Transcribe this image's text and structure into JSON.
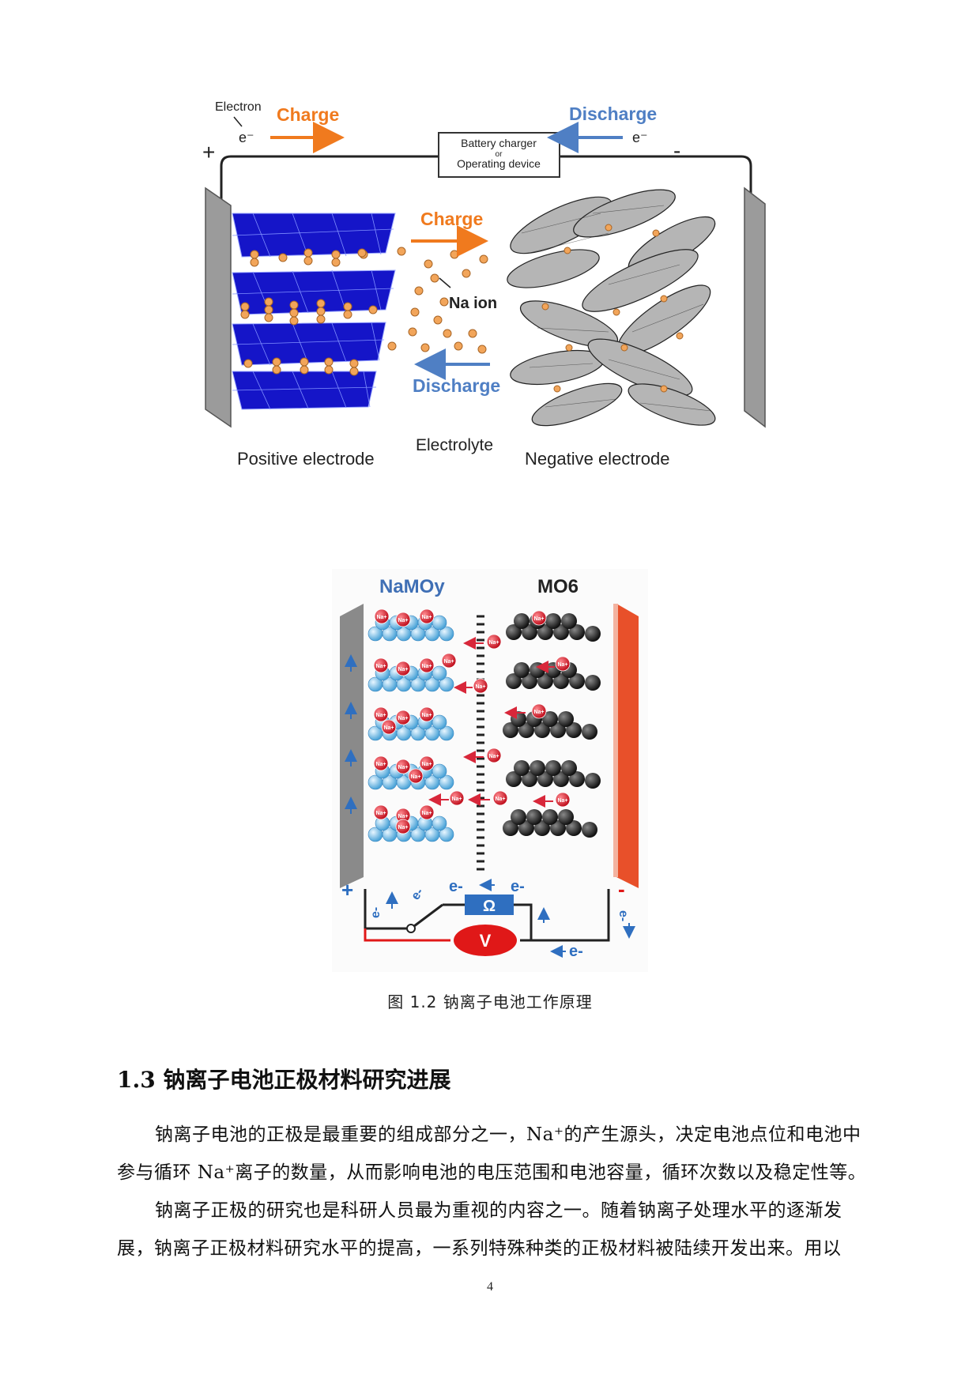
{
  "figure1": {
    "electron_label": "Electron",
    "e_minus_left": "e⁻",
    "e_minus_right": "e⁻",
    "charge_top": "Charge",
    "discharge_top": "Discharge",
    "plus": "+",
    "minus": "-",
    "device_line1": "Battery charger",
    "device_line2": "or",
    "device_line3": "Operating device",
    "charge_mid": "Charge",
    "na_ion": "Na ion",
    "discharge_mid": "Discharge",
    "positive_electrode": "Positive electrode",
    "electrolyte": "Electrolyte",
    "negative_electrode": "Negative electrode",
    "colors": {
      "charge": "#f07a1e",
      "discharge": "#4f7fc4",
      "polyhedra": "#1515c8",
      "ion": "#f2a55a"
    }
  },
  "figure2": {
    "left_label": "NaMOy",
    "right_label": "MO6",
    "na_label": "Na+",
    "plus": "+",
    "minus": "-",
    "e_minus": "e-",
    "omega": "Ω",
    "volt": "V",
    "colors": {
      "left_plate": "#8a8a8a",
      "right_plate": "#e8502a",
      "ion": "#d8273a",
      "blue_atom": "#7cc4ec",
      "dark_atom": "#2a2a2a",
      "meter": "#e01818",
      "resistor": "#2f6fc0"
    }
  },
  "caption": "图 1.2    钠离子电池工作原理",
  "section_title": "1.3 钠离子电池正极材料研究进展",
  "paragraph1_line1": "钠离子电池的正极是最重要的组成部分之一，Na⁺的产生源头，决定电池点位和电池中",
  "paragraph1_line2": "参与循环 Na⁺离子的数量，从而影响电池的电压范围和电池容量，循环次数以及稳定性等。",
  "paragraph2_line1": "钠离子正极的研究也是科研人员最为重视的内容之一。随着钠离子处理水平的逐渐发",
  "paragraph2_line2": "展，钠离子正极材料研究水平的提高，一系列特殊种类的正极材料被陆续开发出来。用以",
  "page_number": "4"
}
